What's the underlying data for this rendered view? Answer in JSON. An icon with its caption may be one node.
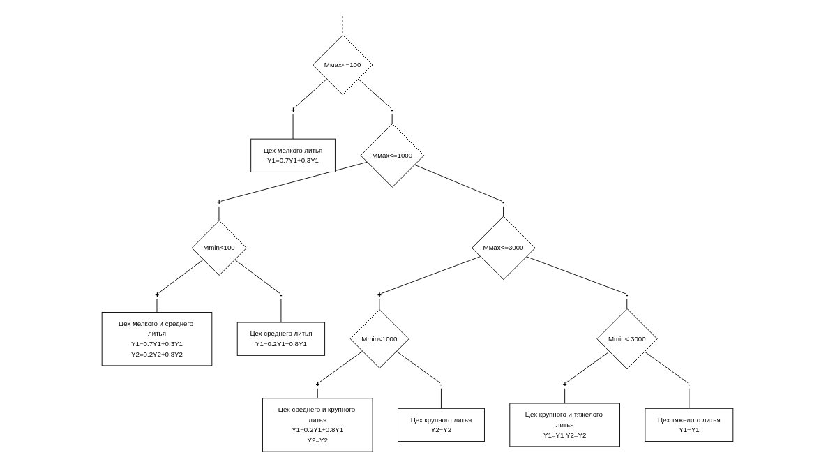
{
  "diagram": {
    "nodes": [
      {
        "text": [
          "Mмax<=100"
        ]
      },
      {
        "text": [
          "Цех мелкого литья",
          "Y1=0.7Y1+0.3Y1"
        ]
      },
      {
        "text": [
          "Mмax<=1000"
        ]
      },
      {
        "text": [
          "Mmin<100"
        ]
      },
      {
        "text": [
          "Mмax<=3000"
        ]
      },
      {
        "text": [
          "Цех мелкого и среднего литья",
          "Y1=0.7Y1+0.3Y1",
          "Y2=0.2Y2+0.8Y2"
        ]
      },
      {
        "text": [
          "Цех среднего литья",
          "Y1=0.2Y1+0.8Y1"
        ]
      },
      {
        "text": [
          "Mmin<1000"
        ]
      },
      {
        "text": [
          "Mmin< 3000"
        ]
      },
      {
        "text": [
          "Цех среднего и крупного литья",
          "Y1=0.2Y1+0.8Y1",
          "Y2=Y2"
        ]
      },
      {
        "text": [
          "Цех крупного литья",
          "Y2=Y2"
        ]
      },
      {
        "text": [
          "Цех крупного и тяжелого литья",
          "Y1=Y1 Y2=Y2"
        ]
      },
      {
        "text": [
          "Цех тяжелого литья",
          "Y1=Y1"
        ]
      }
    ],
    "edges": [
      {
        "from": null,
        "to": 0,
        "arrow": "none",
        "style": "dashed"
      },
      {
        "from": 0,
        "to": 1,
        "arrow": "none",
        "label": "+"
      },
      {
        "from": 0,
        "to": 2,
        "arrow": "none",
        "label": "-"
      },
      {
        "from": 2,
        "to": 3,
        "arrow": "none",
        "label": "+"
      },
      {
        "from": 2,
        "to": 4,
        "arrow": "none",
        "label": "-"
      },
      {
        "from": 3,
        "to": 5,
        "arrow": "none",
        "label": "+"
      },
      {
        "from": 3,
        "to": 6,
        "arrow": "none",
        "label": "-"
      },
      {
        "from": 4,
        "to": 7,
        "arrow": "none",
        "label": "+"
      },
      {
        "from": 4,
        "to": 8,
        "arrow": "none",
        "label": "-"
      },
      {
        "from": 7,
        "to": 9,
        "arrow": "none",
        "label": "+"
      },
      {
        "from": 7,
        "to": 10,
        "arrow": "none",
        "label": "-"
      },
      {
        "from": 8,
        "to": 11,
        "arrow": "none",
        "label": "+"
      },
      {
        "from": 8,
        "to": 12,
        "arrow": "none",
        "label": "-"
      }
    ]
  }
}
